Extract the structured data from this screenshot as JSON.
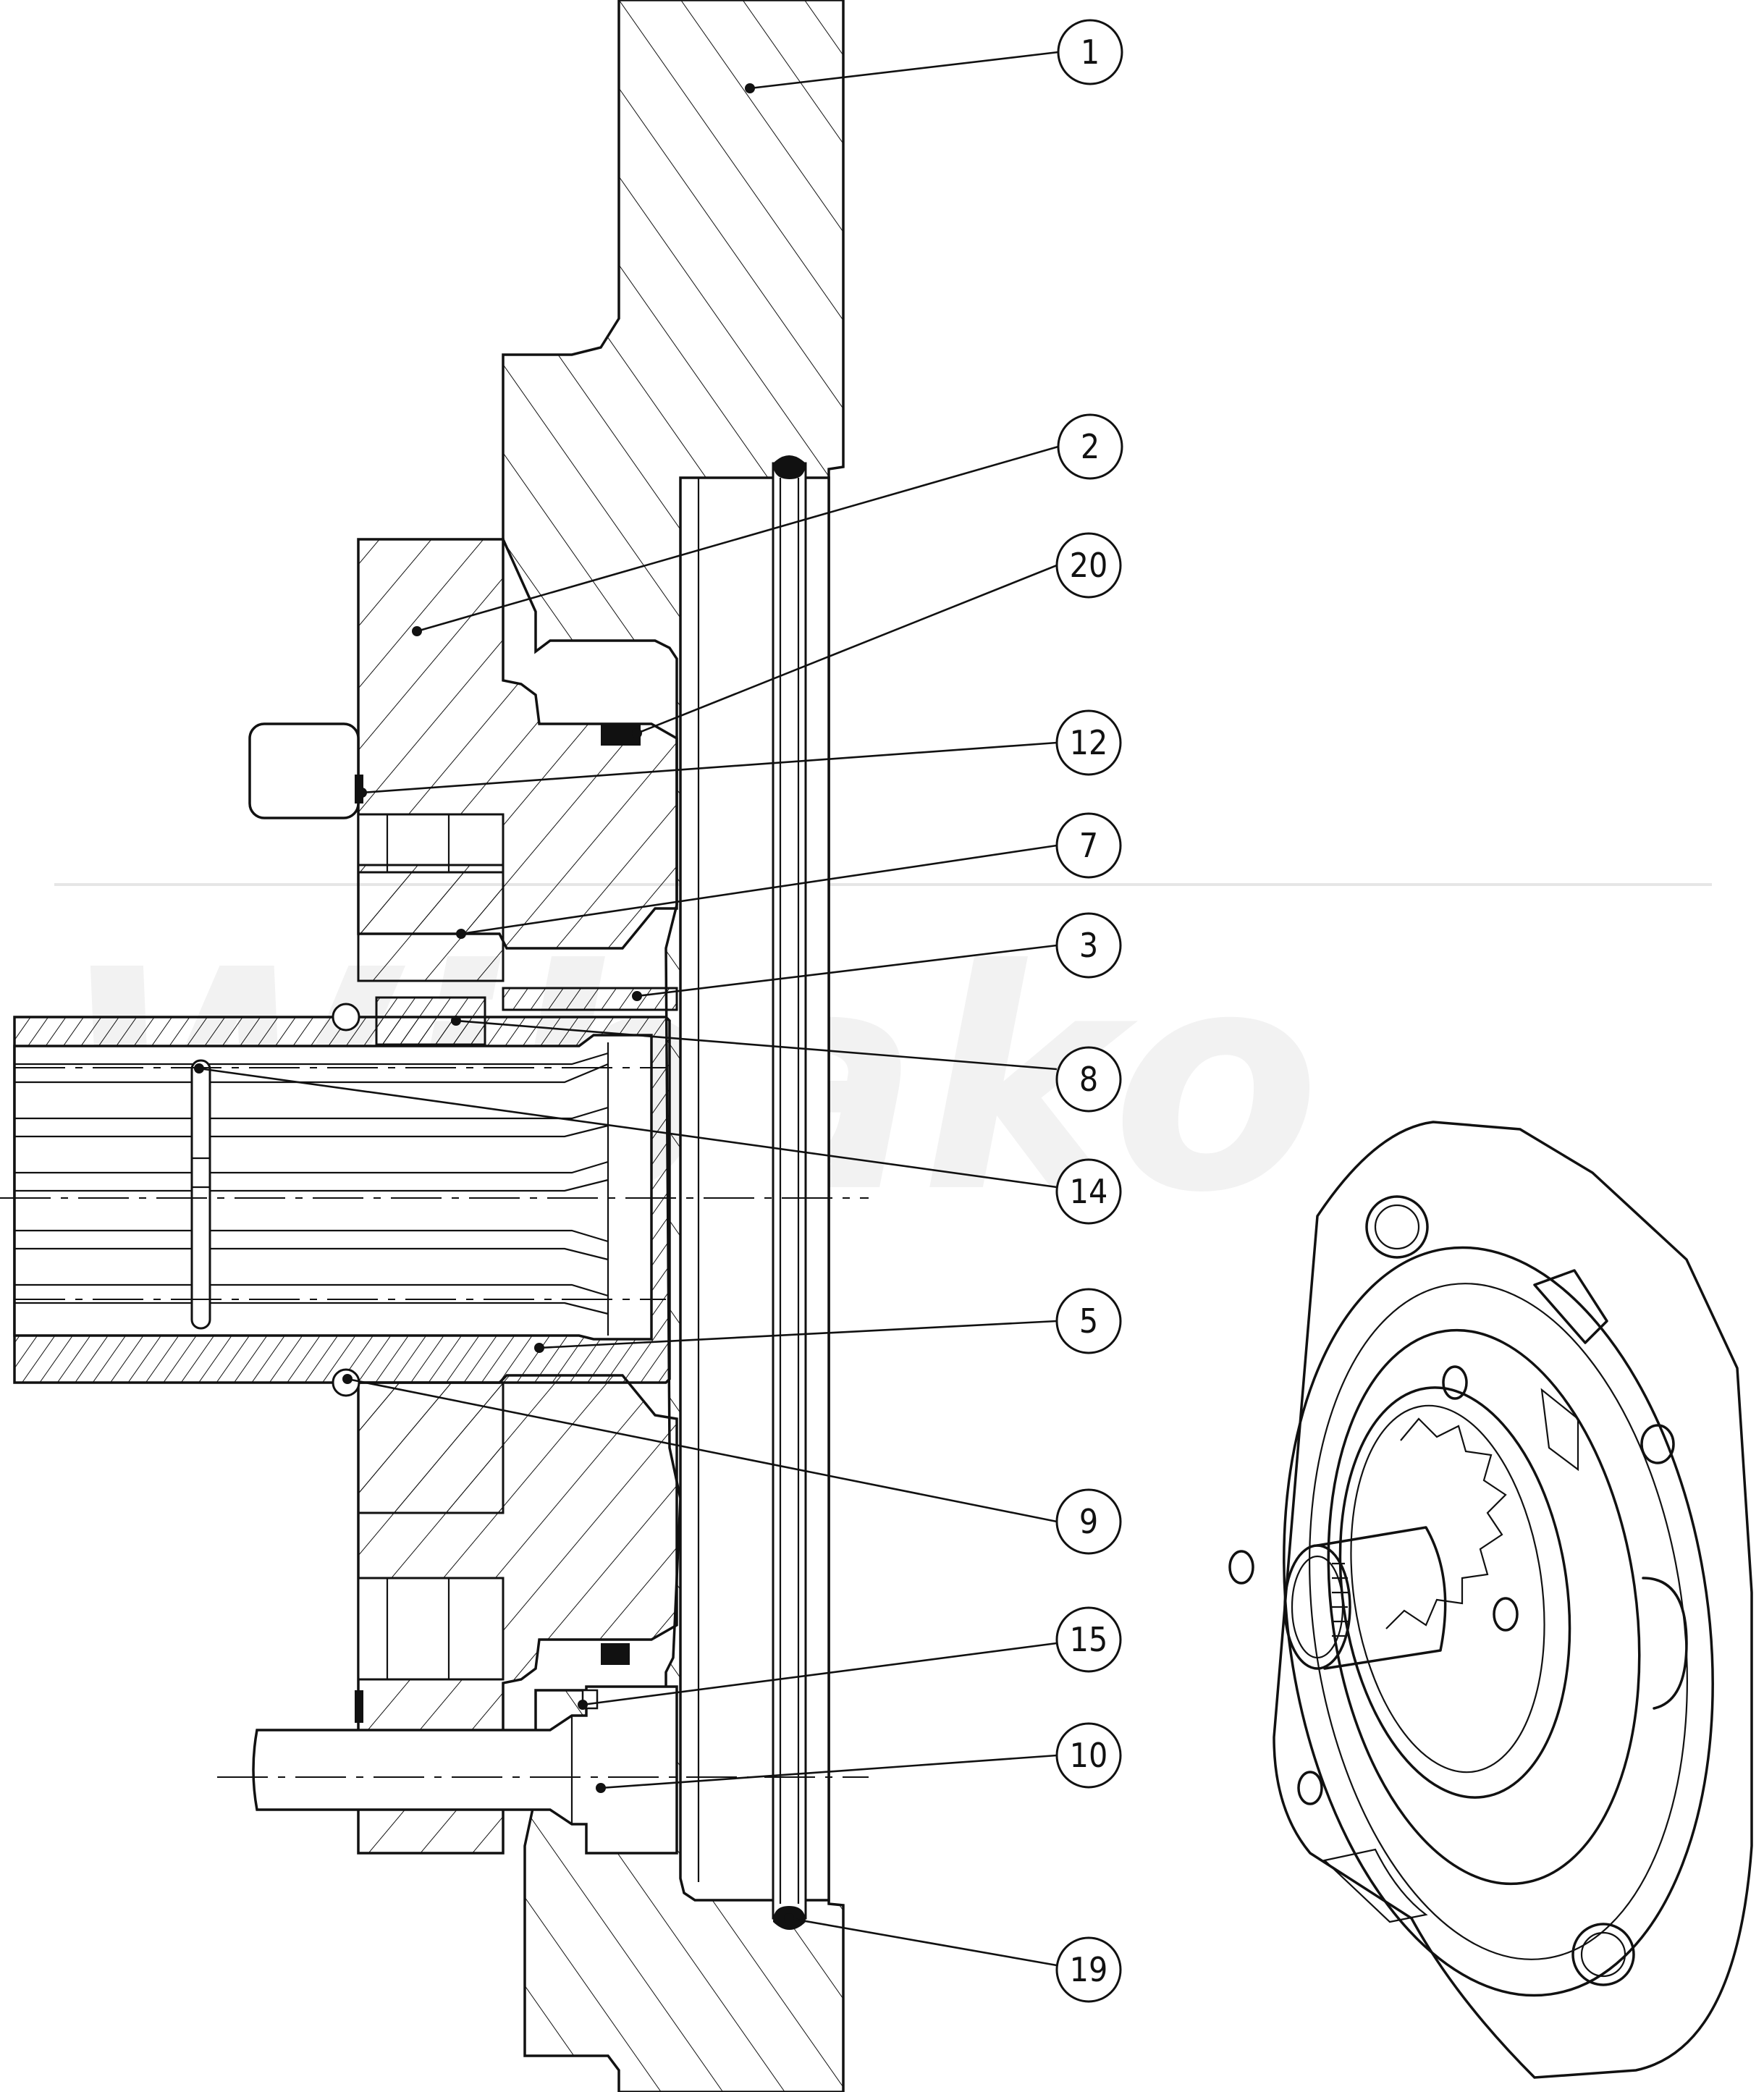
{
  "watermark": {
    "text": "Wibako"
  },
  "callouts": [
    {
      "id": "1",
      "label": "1"
    },
    {
      "id": "2",
      "label": "2"
    },
    {
      "id": "20",
      "label": "20"
    },
    {
      "id": "12",
      "label": "12"
    },
    {
      "id": "7",
      "label": "7"
    },
    {
      "id": "3",
      "label": "3"
    },
    {
      "id": "8",
      "label": "8"
    },
    {
      "id": "14",
      "label": "14"
    },
    {
      "id": "5",
      "label": "5"
    },
    {
      "id": "9",
      "label": "9"
    },
    {
      "id": "15",
      "label": "15"
    },
    {
      "id": "10",
      "label": "10"
    },
    {
      "id": "19",
      "label": "19"
    }
  ]
}
